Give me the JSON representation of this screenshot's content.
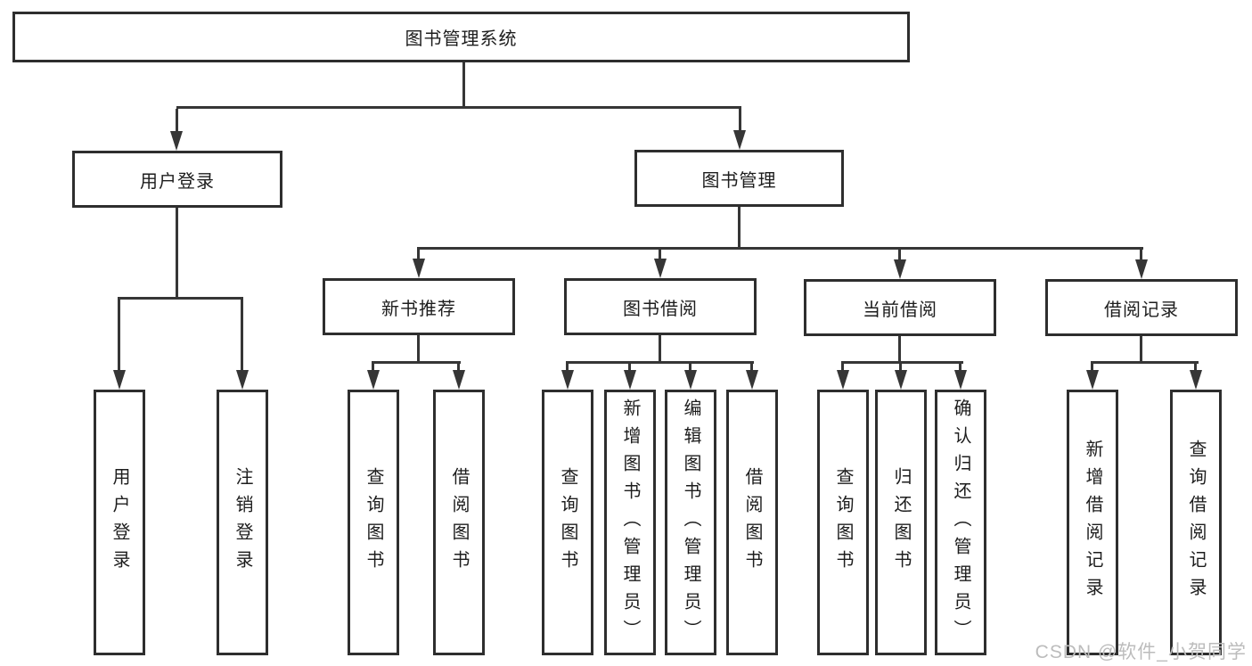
{
  "tree": {
    "root": {
      "label": "图书管理系统",
      "children": [
        {
          "label": "用户登录",
          "children": [
            {
              "label": "用户登录"
            },
            {
              "label": "注销登录"
            }
          ]
        },
        {
          "label": "图书管理",
          "children": [
            {
              "label": "新书推荐",
              "children": [
                {
                  "label": "查询图书"
                },
                {
                  "label": "借阅图书"
                }
              ]
            },
            {
              "label": "图书借阅",
              "children": [
                {
                  "label": "查询图书"
                },
                {
                  "label": "新增图书（管理员）"
                },
                {
                  "label": "编辑图书（管理员）"
                },
                {
                  "label": "借阅图书"
                }
              ]
            },
            {
              "label": "当前借阅",
              "children": [
                {
                  "label": "查询图书"
                },
                {
                  "label": "归还图书"
                },
                {
                  "label": "确认归还（管理员）"
                }
              ]
            },
            {
              "label": "借阅记录",
              "children": [
                {
                  "label": "新增借阅记录"
                },
                {
                  "label": "查询借阅记录"
                }
              ]
            }
          ]
        }
      ]
    }
  },
  "watermark": {
    "text": "CSDN @软件_小贺同学"
  },
  "colors": {
    "line": "#363636",
    "box_border": "#2e2e2e",
    "text": "#1d1d1d",
    "watermark": "#bcbcbc",
    "background": "#ffffff"
  }
}
